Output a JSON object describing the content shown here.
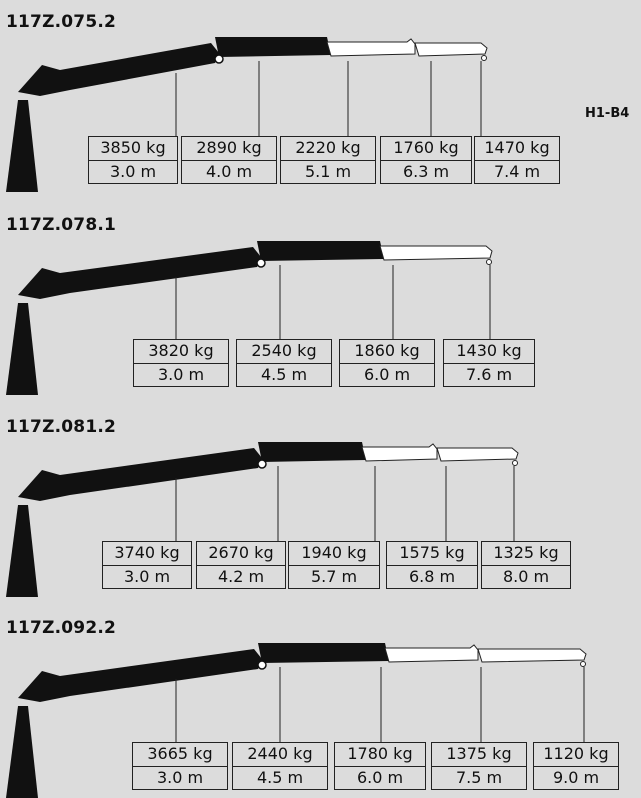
{
  "reference_code": "H1-B4",
  "colors": {
    "background": "#dcdcdc",
    "boom_dark": "#111111",
    "boom_light": "#ffffff",
    "outline": "#222222"
  },
  "configurations": [
    {
      "model": "117Z.075.2",
      "extensions": 2,
      "capacities": [
        {
          "load": "3850 kg",
          "reach": "3.0 m"
        },
        {
          "load": "2890 kg",
          "reach": "4.0 m"
        },
        {
          "load": "2220 kg",
          "reach": "5.1 m"
        },
        {
          "load": "1760 kg",
          "reach": "6.3 m"
        },
        {
          "load": "1470 kg",
          "reach": "7.4 m"
        }
      ]
    },
    {
      "model": "117Z.078.1",
      "extensions": 1,
      "capacities": [
        {
          "load": "3820 kg",
          "reach": "3.0 m"
        },
        {
          "load": "2540 kg",
          "reach": "4.5 m"
        },
        {
          "load": "1860 kg",
          "reach": "6.0 m"
        },
        {
          "load": "1430 kg",
          "reach": "7.6 m"
        }
      ]
    },
    {
      "model": "117Z.081.2",
      "extensions": 2,
      "capacities": [
        {
          "load": "3740 kg",
          "reach": "3.0 m"
        },
        {
          "load": "2670 kg",
          "reach": "4.2 m"
        },
        {
          "load": "1940 kg",
          "reach": "5.7 m"
        },
        {
          "load": "1575 kg",
          "reach": "6.8 m"
        },
        {
          "load": "1325 kg",
          "reach": "8.0 m"
        }
      ]
    },
    {
      "model": "117Z.092.2",
      "extensions": 2,
      "capacities": [
        {
          "load": "3665 kg",
          "reach": "3.0 m"
        },
        {
          "load": "2440 kg",
          "reach": "4.5 m"
        },
        {
          "load": "1780 kg",
          "reach": "6.0 m"
        },
        {
          "load": "1375 kg",
          "reach": "7.5 m"
        },
        {
          "load": "1120 kg",
          "reach": "9.0 m"
        }
      ]
    }
  ]
}
